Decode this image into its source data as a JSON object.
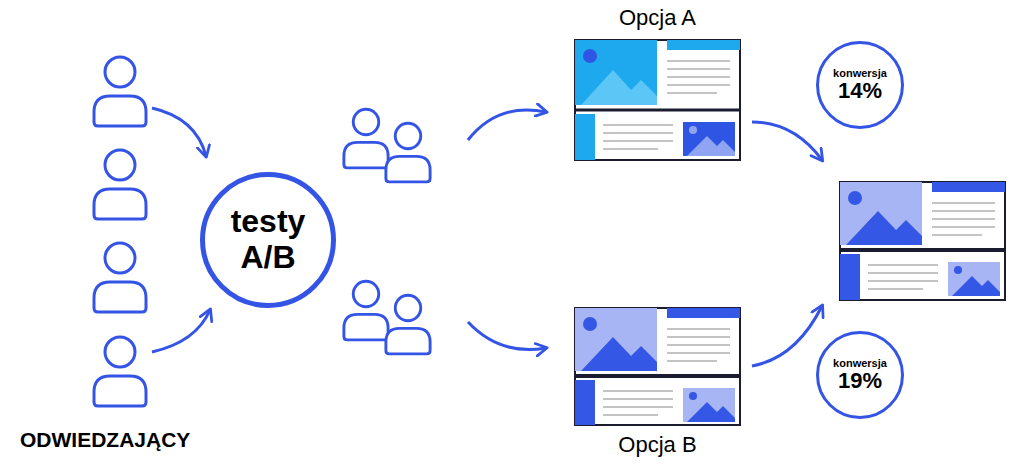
{
  "diagram": {
    "nodes": [
      {
        "text": [
          "testy A/B"
        ]
      },
      {
        "text": [
          "Opcja A"
        ]
      },
      {
        "text": [
          "konwersja",
          "14%"
        ]
      },
      {
        "text": [
          "Opcja B"
        ]
      },
      {
        "text": [
          "konwersja",
          "19%"
        ]
      }
    ],
    "labels": [
      "ODWIEDZAJĄCY"
    ]
  }
}
